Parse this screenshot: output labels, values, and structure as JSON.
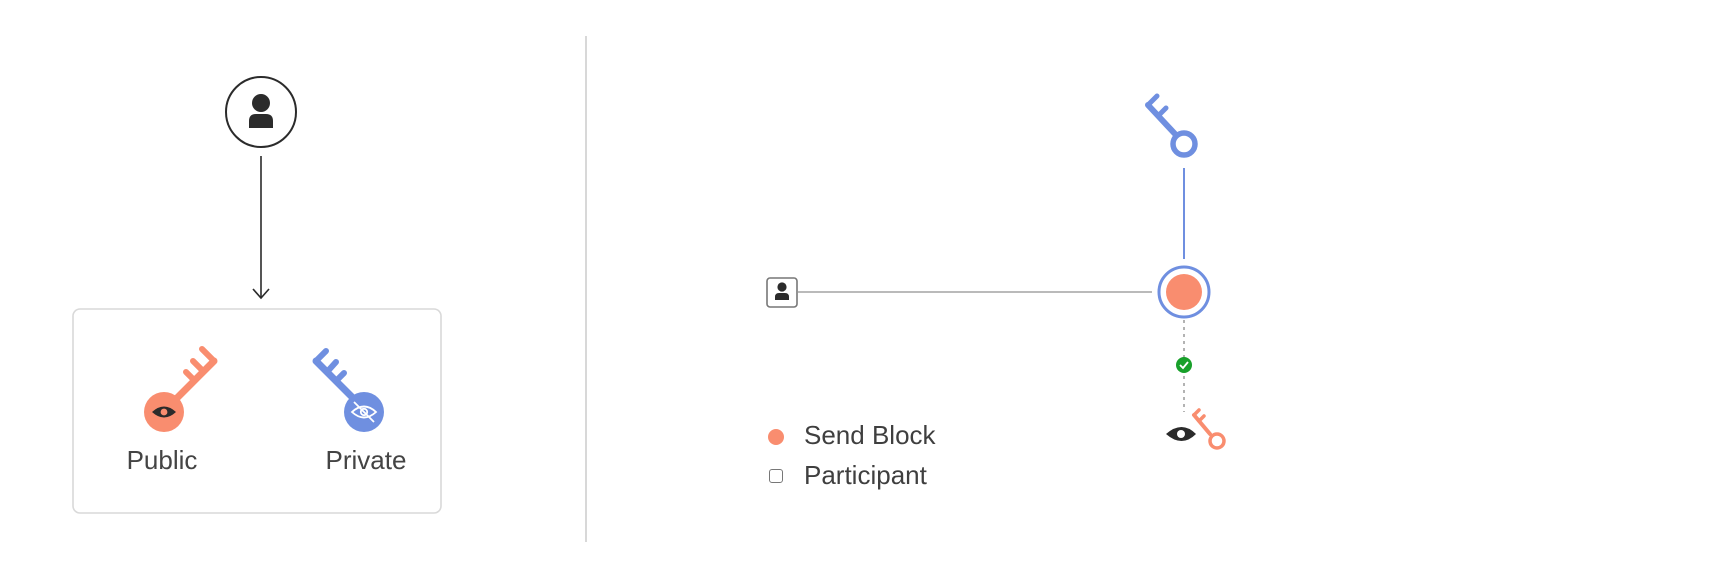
{
  "left_panel": {
    "keys": {
      "public_label": "Public",
      "private_label": "Private"
    }
  },
  "right_panel": {
    "legend": {
      "send_block_label": "Send Block",
      "participant_label": "Participant"
    }
  },
  "colors": {
    "public_key": "#F98D6F",
    "private_key": "#6F8FE0",
    "line": "#9a9a9a",
    "divider": "#cfcfcf",
    "check": "#18a02a",
    "dark": "#2b2b2b"
  },
  "icons": {
    "user": "user-icon",
    "public_key": "key-icon",
    "private_key": "key-icon",
    "eye": "eye-icon",
    "eye_off": "eye-off-icon",
    "check": "check-circle-icon",
    "participant": "participant-icon"
  }
}
